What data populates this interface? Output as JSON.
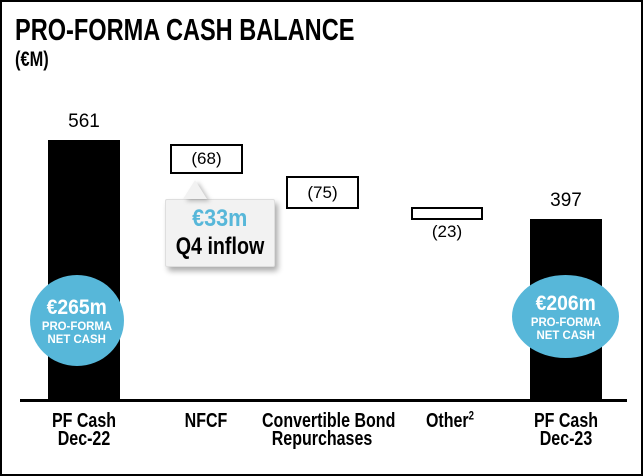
{
  "title": "PRO-FORMA CASH BALANCE",
  "subtitle": "(€M)",
  "colors": {
    "bar": "#000000",
    "accent_blue": "#57b7d9",
    "bubble_bg": "#f2f2f2",
    "badge_text": "#ffffff"
  },
  "chart_data": {
    "type": "bar",
    "subtype": "waterfall",
    "title": "PRO-FORMA CASH BALANCE",
    "units": "€M",
    "categories": [
      "PF Cash Dec-22",
      "NFCF",
      "Convertible Bond Repurchases",
      "Other",
      "PF Cash Dec-23"
    ],
    "values": [
      561,
      -68,
      -75,
      -23,
      397
    ],
    "value_labels": [
      "561",
      "(68)",
      "(75)",
      "(23)",
      "397"
    ],
    "bar_styles": [
      "solid-black",
      "white-outline-floating",
      "white-outline-floating",
      "white-outline-floating",
      "solid-black"
    ],
    "ylim": [
      0,
      561
    ],
    "grid": false,
    "legend": false,
    "annotations": [
      {
        "target": "PF Cash Dec-22",
        "text": "€265m PRO-FORMA NET CASH",
        "style": "blue-circle-badge"
      },
      {
        "target": "NFCF",
        "text": "€33m Q4 inflow",
        "style": "callout-bubble"
      },
      {
        "target": "PF Cash Dec-23",
        "text": "€206m PRO-FORMA NET CASH",
        "style": "blue-circle-badge"
      }
    ]
  },
  "columns": [
    {
      "value_label": "561",
      "label_line1": "PF Cash",
      "label_line2": "Dec-22"
    },
    {
      "value_label": "(68)",
      "label_line1": "NFCF",
      "label_line2": ""
    },
    {
      "value_label": "(75)",
      "label_line1": "Convertible Bond",
      "label_line2": "Repurchases"
    },
    {
      "value_label": "(23)",
      "label_line1": "Other",
      "label_sup": "2",
      "label_line2": ""
    },
    {
      "value_label": "397",
      "label_line1": "PF Cash",
      "label_line2": "Dec-23"
    }
  ],
  "badges": {
    "left": {
      "amount": "€265m",
      "line1": "PRO-FORMA",
      "line2": "NET CASH"
    },
    "right": {
      "amount": "€206m",
      "line1": "PRO-FORMA",
      "line2": "NET CASH"
    }
  },
  "callout": {
    "amount": "€33m",
    "label": "Q4 inflow"
  }
}
